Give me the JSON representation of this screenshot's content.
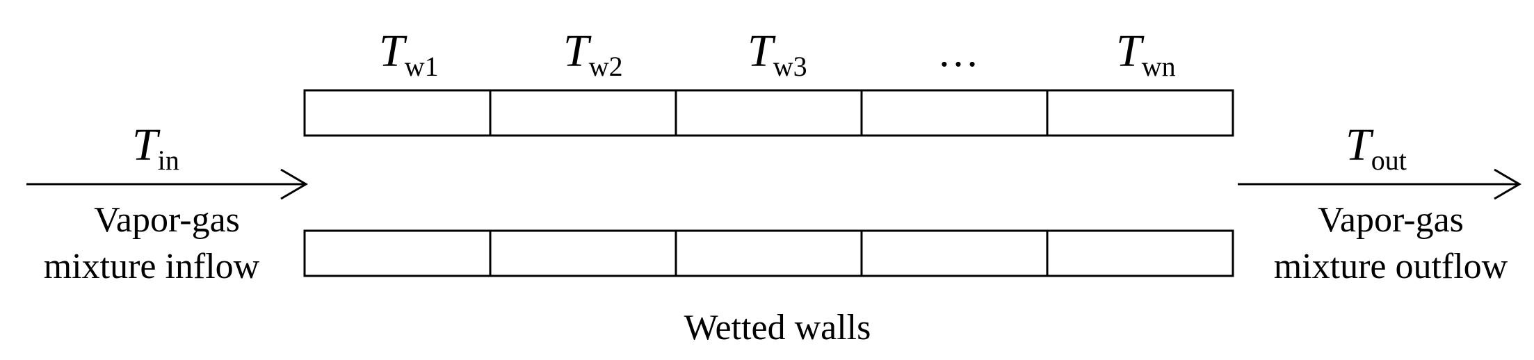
{
  "diagram": {
    "inlet": {
      "symbol": "T",
      "subscript": "in",
      "caption_line1": "Vapor-gas",
      "caption_line2": "mixture inflow"
    },
    "outlet": {
      "symbol": "T",
      "subscript": "out",
      "caption_line1": "Vapor-gas",
      "caption_line2": "mixture outflow"
    },
    "wall_temperatures": [
      {
        "symbol": "T",
        "subscript": "w1"
      },
      {
        "symbol": "T",
        "subscript": "w2"
      },
      {
        "symbol": "T",
        "subscript": "w3"
      },
      {
        "ellipsis": "…"
      },
      {
        "symbol": "T",
        "subscript": "wn"
      }
    ],
    "wall_segments_per_row": 5,
    "walls_caption": "Wetted walls",
    "colors": {
      "line": "#000000",
      "hatch": "#3a3a3a",
      "background": "#ffffff"
    }
  }
}
